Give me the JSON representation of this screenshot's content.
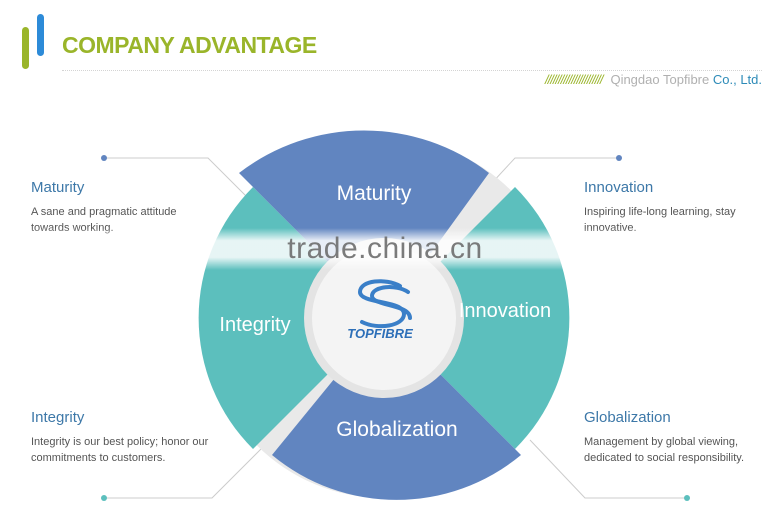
{
  "header": {
    "title": "COMPANY ADVANTAGE",
    "stripes": "//////////////////////",
    "company_prefix": "Qingdao Topfibre",
    "company_suffix": "Co., Ltd."
  },
  "wheel": {
    "segments": [
      "Maturity",
      "Innovation",
      "Globalization",
      "Integrity"
    ],
    "center_label": "TOPFIBRE"
  },
  "blocks": {
    "maturity": {
      "title": "Maturity",
      "text": "A sane and pragmatic attitude towards working."
    },
    "innovation": {
      "title": "Innovation",
      "text": "Inspiring life-long learning, stay innovative."
    },
    "integrity": {
      "title": "Integrity",
      "text": "Integrity is our best policy; honor our commitments to customers."
    },
    "globalization": {
      "title": "Globalization",
      "text": "Management by global viewing, dedicated to social responsibility."
    }
  },
  "watermark": "trade.china.cn",
  "colors": {
    "title_green": "#9ab52a",
    "blue": "#6185c0",
    "teal": "#5cbfbd",
    "heading_blue": "#3d78a8"
  }
}
